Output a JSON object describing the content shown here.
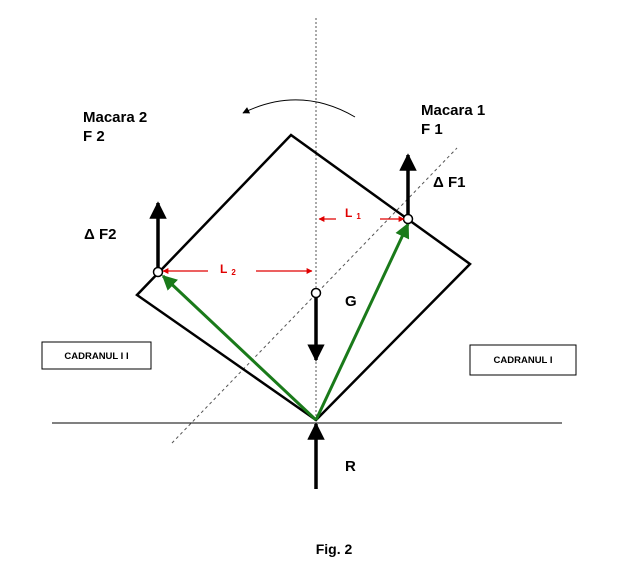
{
  "labels": {
    "crane2_name": "Macara 2",
    "crane2_force": "F 2",
    "crane1_name": "Macara 1",
    "crane1_force": "F 1",
    "delta_f1": "Δ F1",
    "delta_f2": "Δ F2",
    "gravity": "G",
    "reaction": "R",
    "quadrant_2": "CADRANUL I I",
    "quadrant_1": "CADRANUL I",
    "caption": "Fig. 2"
  },
  "dimensions": {
    "l1_letter": "L",
    "l1_sub": "1",
    "l2_letter": "L",
    "l2_sub": "2"
  },
  "colors": {
    "outline": "#000000",
    "position_vectors": "#1a7a1a",
    "dimensions": "#e00000"
  }
}
